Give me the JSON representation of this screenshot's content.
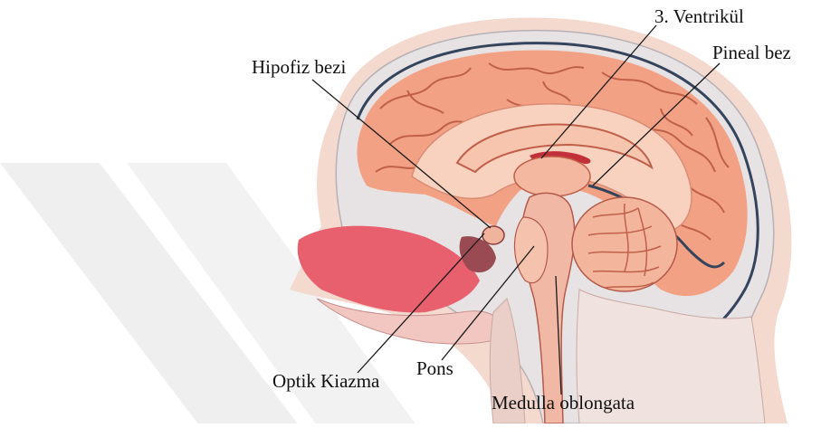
{
  "labels": {
    "ventricle_3": "3. Ventrikül",
    "pineal": "Pineal bez",
    "hipofiz": "Hipofiz bezi",
    "pons": "Pons",
    "optik": "Optik Kiazma",
    "medulla": "Medulla oblongata"
  },
  "colors": {
    "cortex": "#f2a184",
    "gyrus_line": "#c0604a",
    "inner_fill": "#f8d2bf",
    "corpus": "#f7c4ad",
    "brainstem": "#f1b9a5",
    "cerebellum": "#f3b59c",
    "skull": "#e7e3e4",
    "scalp": "#f4d9cf",
    "red_tissue": "#e8606e",
    "dark_tissue": "#9a4a52",
    "watermark": "#efefef",
    "leader_line": "#1a1a1a"
  }
}
